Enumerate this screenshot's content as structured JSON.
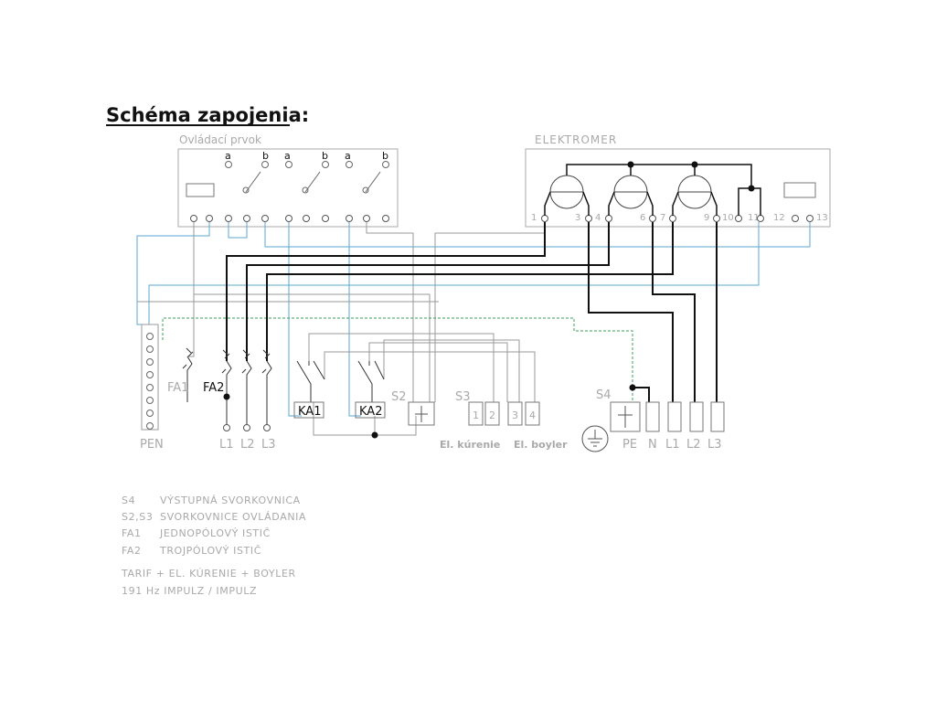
{
  "title": "Schéma zapojenia:",
  "panel_control": {
    "label": "Ovládací prvok",
    "contacts": [
      "a",
      "b",
      "a",
      "b",
      "a",
      "b"
    ]
  },
  "panel_meter": {
    "label": "ELEKTROMER",
    "terminals": [
      "1",
      "3",
      "4",
      "6",
      "7",
      "9",
      "10",
      "11",
      "12",
      "13"
    ]
  },
  "components": {
    "pen": "PEN",
    "fa1": "FA1",
    "fa2": "FA2",
    "ka1": "KA1",
    "ka2": "KA2",
    "s2": "S2",
    "s3": "S3",
    "s4": "S4",
    "l_bottom": [
      "L1",
      "L2",
      "L3"
    ],
    "s3_terminals": [
      "1",
      "2",
      "3",
      "4"
    ],
    "s3_labels": [
      "El. kúrenie",
      "El. boyler"
    ],
    "s4_terminals": [
      "PE",
      "N",
      "L1",
      "L2",
      "L3"
    ]
  },
  "legend": [
    {
      "code": "S4",
      "text": "VÝSTUPNÁ SVORKOVNICA"
    },
    {
      "code": "S2,S3",
      "text": "SVORKOVNICE OVLÁDANIA"
    },
    {
      "code": "FA1",
      "text": "JEDNOPÓLOVÝ ISTIČ"
    },
    {
      "code": "FA2",
      "text": "TROJPÓLOVÝ ISTIČ"
    }
  ],
  "notes": [
    "TARIF + EL. KÚRENIE + BOYLER",
    "191 Hz IMPULZ / IMPULZ"
  ],
  "colors": {
    "wire_dark": "#111111",
    "wire_grey": "#9a9a9a",
    "wire_blue": "#5aa7cf",
    "wire_green": "#3aa05a"
  }
}
